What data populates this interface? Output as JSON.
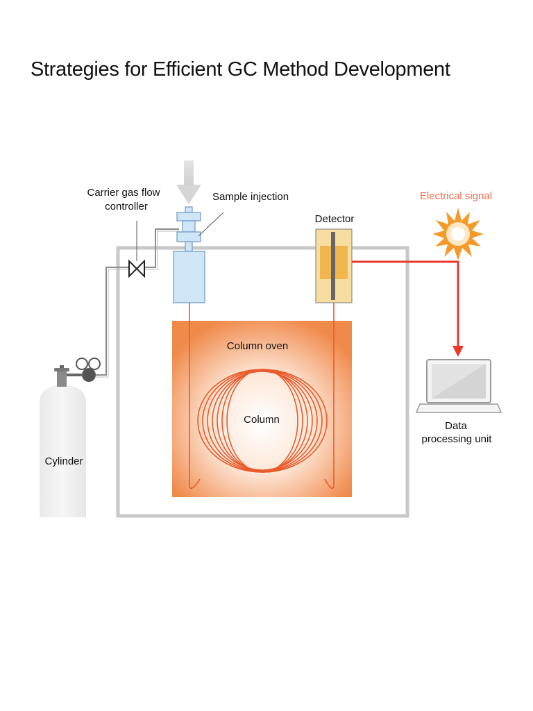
{
  "title": "Strategies for Efficient GC Method Development",
  "labels": {
    "carrier_gas_line1": "Carrier gas flow",
    "carrier_gas_line2": "controller",
    "sample_injection": "Sample injection",
    "detector": "Detector",
    "electrical_signal": "Electrical signal",
    "column_oven": "Column oven",
    "column": "Column",
    "data_line1": "Data",
    "data_line2": "processing unit",
    "cylinder": "Cylinder"
  },
  "colors": {
    "signal_red": "#e8392b",
    "electrical_signal_text": "#f06a4c",
    "column_orange": "#e85a2a",
    "oven_orange": "#f08a4b",
    "gray_frame": "#c8c8c8",
    "injector_blue": "#cfe6f7",
    "detector_yellow": "#f7dda0",
    "burst_orange": "#f59a2a"
  },
  "icons": {
    "injection_arrow": "down-arrow-icon",
    "valve": "valve-icon",
    "signal": "starburst-icon",
    "computer": "laptop-icon",
    "cylinder": "gas-cylinder-icon"
  }
}
